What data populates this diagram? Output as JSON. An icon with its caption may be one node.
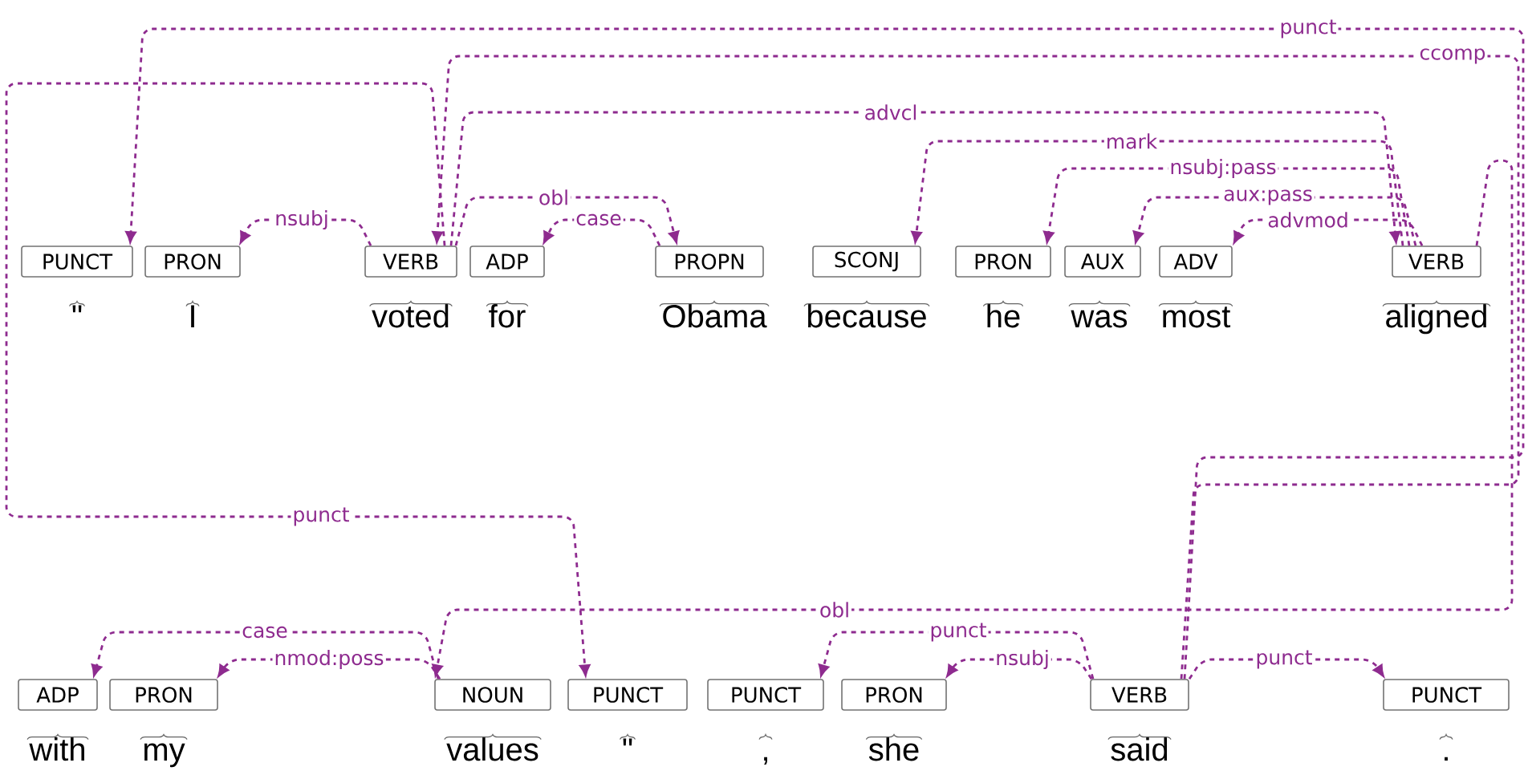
{
  "diagram": {
    "nodes": [
      {
        "text": [
          "PUNCT"
        ],
        "beside": [
          "\""
        ]
      },
      {
        "text": [
          "PRON"
        ],
        "beside": [
          "I"
        ]
      },
      {
        "text": [
          "VERB"
        ],
        "beside": [
          "voted"
        ]
      },
      {
        "text": [
          "ADP"
        ],
        "beside": [
          "for"
        ]
      },
      {
        "text": [
          "PROPN"
        ],
        "beside": [
          "Obama"
        ]
      },
      {
        "text": [
          "SCONJ"
        ],
        "beside": [
          "because"
        ]
      },
      {
        "text": [
          "PRON"
        ],
        "beside": [
          "he"
        ]
      },
      {
        "text": [
          "AUX"
        ],
        "beside": [
          "was"
        ]
      },
      {
        "text": [
          "ADV"
        ],
        "beside": [
          "most"
        ]
      },
      {
        "text": [
          "VERB"
        ],
        "beside": [
          "aligned"
        ]
      },
      {
        "text": [
          "ADP"
        ],
        "beside": [
          "with"
        ]
      },
      {
        "text": [
          "PRON"
        ],
        "beside": [
          "my"
        ]
      },
      {
        "text": [
          "NOUN"
        ],
        "beside": [
          "values"
        ]
      },
      {
        "text": [
          "PUNCT"
        ],
        "beside": [
          "\""
        ]
      },
      {
        "text": [
          "PUNCT"
        ],
        "beside": [
          ","
        ]
      },
      {
        "text": [
          "PRON"
        ],
        "beside": [
          "she"
        ]
      },
      {
        "text": [
          "VERB"
        ],
        "beside": [
          "said"
        ]
      },
      {
        "text": [
          "PUNCT"
        ],
        "beside": [
          "."
        ]
      }
    ],
    "edges": [
      {
        "from": 16,
        "to": 0,
        "arrow": "to",
        "label": "punct"
      },
      {
        "from": 2,
        "to": 1,
        "arrow": "to",
        "label": "nsubj"
      },
      {
        "from": 16,
        "to": 2,
        "arrow": "to",
        "label": "ccomp"
      },
      {
        "from": 2,
        "to": 13,
        "arrow": "to",
        "label": "punct"
      },
      {
        "from": 2,
        "to": 9,
        "arrow": "to",
        "label": "advcl"
      },
      {
        "from": 2,
        "to": 4,
        "arrow": "to",
        "label": "obl"
      },
      {
        "from": 4,
        "to": 3,
        "arrow": "to",
        "label": "case"
      },
      {
        "from": 9,
        "to": 5,
        "arrow": "to",
        "label": "mark"
      },
      {
        "from": 9,
        "to": 6,
        "arrow": "to",
        "label": "nsubj:pass"
      },
      {
        "from": 9,
        "to": 7,
        "arrow": "to",
        "label": "aux:pass"
      },
      {
        "from": 9,
        "to": 8,
        "arrow": "to",
        "label": "advmod"
      },
      {
        "from": 9,
        "to": 12,
        "arrow": "to",
        "label": "obl"
      },
      {
        "from": 12,
        "to": 10,
        "arrow": "to",
        "label": "case"
      },
      {
        "from": 12,
        "to": 11,
        "arrow": "to",
        "label": "nmod:poss"
      },
      {
        "from": 16,
        "to": 14,
        "arrow": "to",
        "label": "punct"
      },
      {
        "from": 16,
        "to": 15,
        "arrow": "to",
        "label": "nsubj"
      },
      {
        "from": 16,
        "to": 17,
        "arrow": "to",
        "label": "punct"
      }
    ]
  }
}
